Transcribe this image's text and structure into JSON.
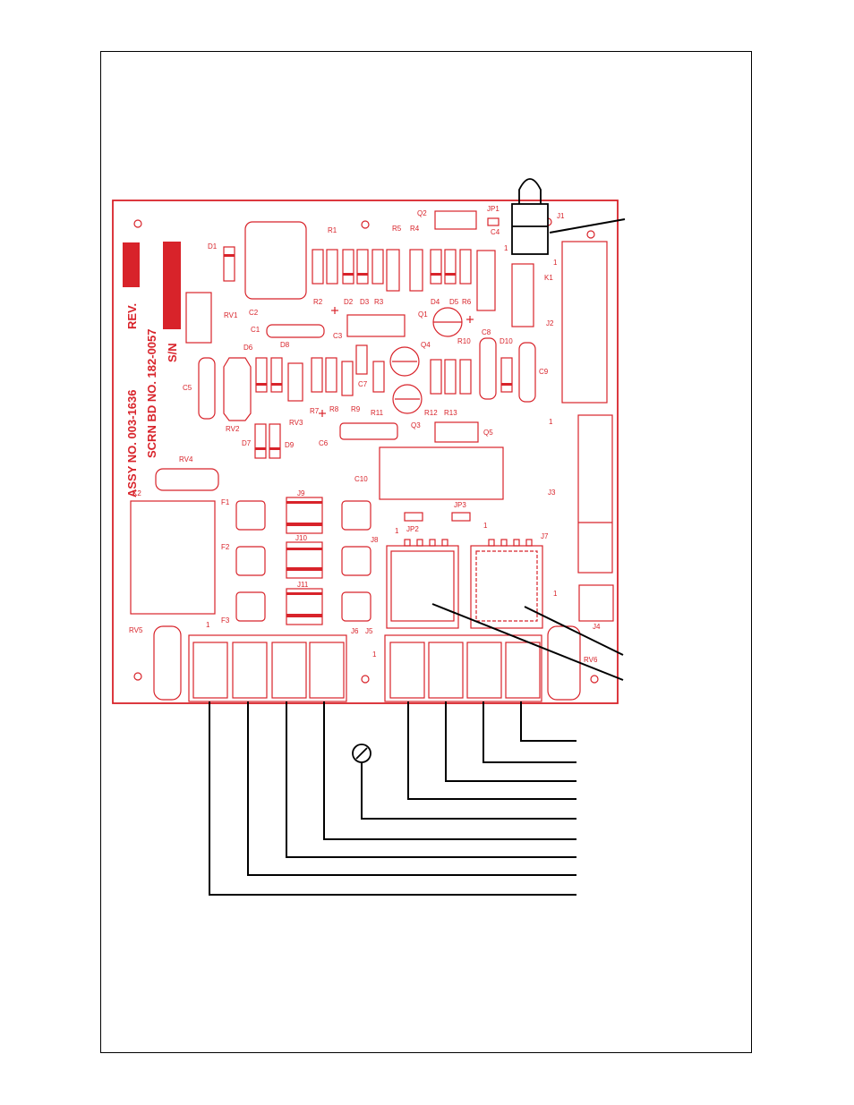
{
  "colors": {
    "board": "#d8232a",
    "wire": "#000000",
    "background": "#ffffff"
  },
  "board": {
    "assy_label": "ASSY NO. 003-1636",
    "scrn_label": "SCRN BD NO. 182-0057",
    "rev_label": "REV.",
    "sn_label": "S/N",
    "labels": {
      "q2": "Q2",
      "jp1": "JP1",
      "j1": "J1",
      "c4": "C4",
      "d1": "D1",
      "r1": "R1",
      "r5": "R5",
      "r4": "R4",
      "one_a": "1",
      "one_b": "1",
      "k1": "K1",
      "r2": "R2",
      "d2": "D2",
      "d3": "D3",
      "r3": "R3",
      "d4": "D4",
      "d5": "D5",
      "r6": "R6",
      "c2": "C2",
      "rv1": "RV1",
      "j2": "J2",
      "c1": "C1",
      "c3": "C3",
      "q1": "Q1",
      "r10": "R10",
      "c8": "C8",
      "d10": "D10",
      "d6": "D6",
      "d8": "D8",
      "q4": "Q4",
      "c9": "C9",
      "c5": "C5",
      "c7": "C7",
      "rv2": "RV2",
      "r7": "R7",
      "r8": "R8",
      "r9": "R9",
      "r11": "R11",
      "r12": "R12",
      "r13": "R13",
      "rv3": "RV3",
      "q3": "Q3",
      "one_c": "1",
      "d7": "D7",
      "d9": "D9",
      "c6": "C6",
      "q5": "Q5",
      "rv4": "RV4",
      "c10": "C10",
      "k2": "K2",
      "j3": "J3",
      "f1": "F1",
      "j9": "J9",
      "jp3": "JP3",
      "one_d": "1",
      "one_e": "1",
      "jp2": "JP2",
      "f2": "F2",
      "j10": "J10",
      "j8": "J8",
      "j7": "J7",
      "one_f": "1",
      "j11": "J11",
      "f3": "F3",
      "j4": "J4",
      "one_g": "1",
      "rv5": "RV5",
      "j6": "J6",
      "j5": "J5",
      "one_h": "1",
      "rv6": "RV6"
    }
  }
}
